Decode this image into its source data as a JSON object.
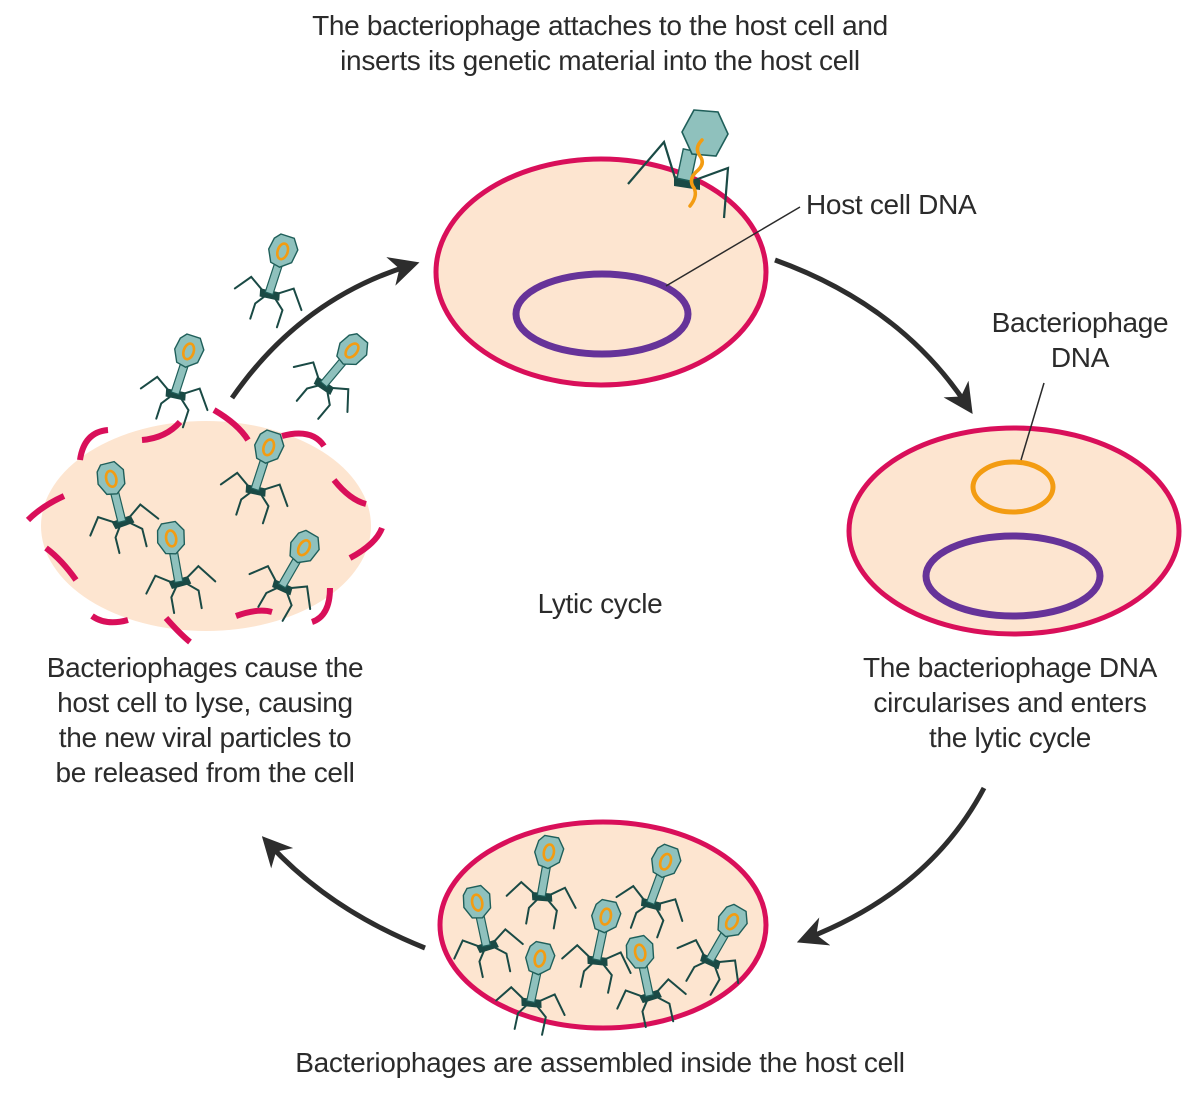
{
  "title": "Lytic cycle",
  "colors": {
    "cell_fill": "#fde5d0",
    "cell_membrane": "#d90f5a",
    "host_dna": "#663399",
    "phage_dna": "#f39c12",
    "phage_head": "#8fc1bd",
    "phage_outline": "#1f5f5a",
    "phage_legs": "#1a4a45",
    "arrow": "#2d2d2d",
    "text": "#2b2b2b"
  },
  "steps": [
    {
      "id": "attachment",
      "lines": [
        "The bacteriophage attaches to the host cell and",
        "inserts its genetic material into the host cell"
      ]
    },
    {
      "id": "circularisation",
      "lines": [
        "The bacteriophage DNA",
        "circularises and enters",
        "the lytic cycle"
      ]
    },
    {
      "id": "assembly",
      "lines": [
        "Bacteriophages are assembled inside the host cell"
      ]
    },
    {
      "id": "lysis",
      "lines": [
        "Bacteriophages cause the",
        "host cell to lyse, causing",
        "the new viral particles to",
        "be released from the cell"
      ]
    }
  ],
  "callouts": {
    "host_cell_dna": "Host cell DNA",
    "bacteriophage_dna": [
      "Bacteriophage",
      "DNA"
    ]
  },
  "counts": {
    "phages_in_assembling_cell": 7,
    "phages_in_lysing_cell": 4,
    "phages_released": 3
  }
}
